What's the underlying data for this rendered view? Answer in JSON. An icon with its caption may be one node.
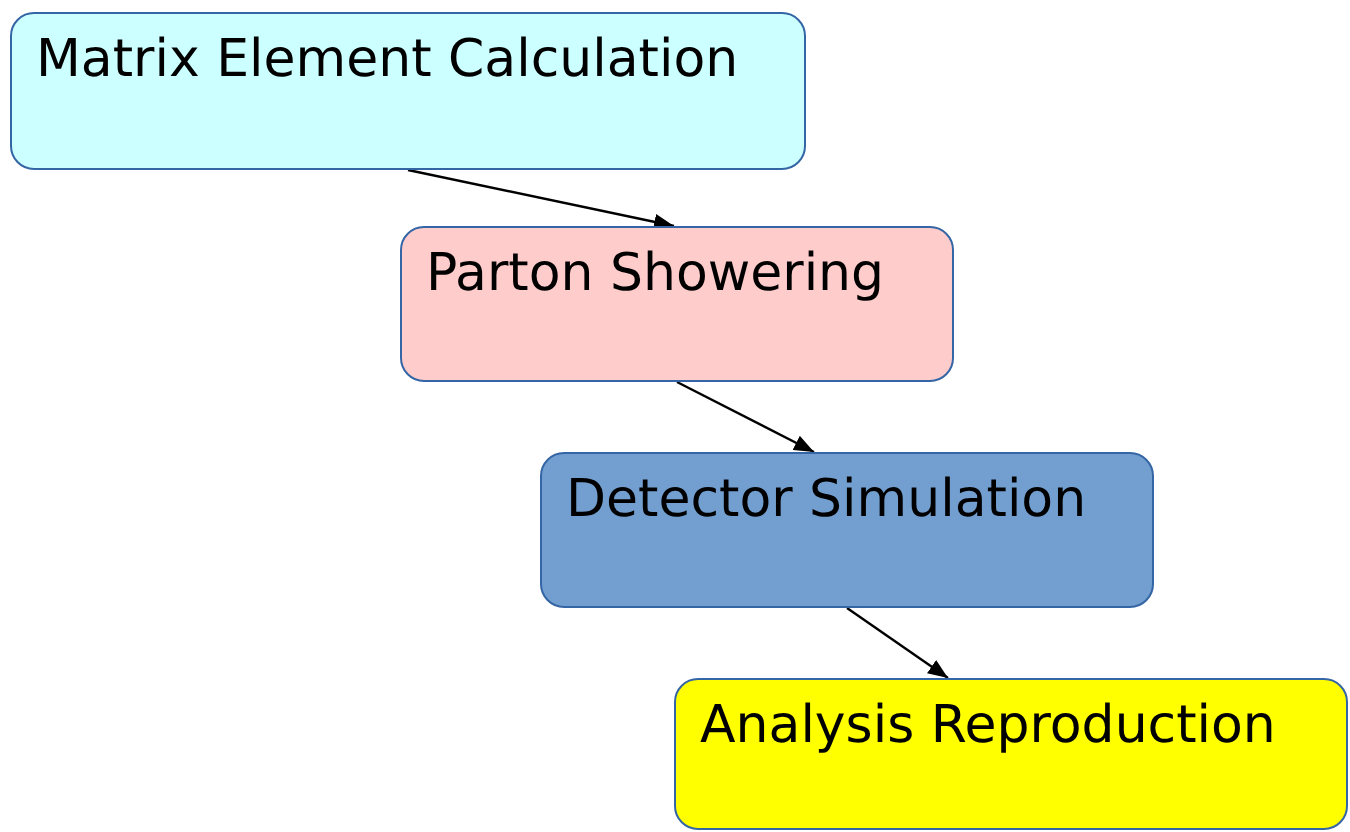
{
  "diagram": {
    "nodes": [
      {
        "text": [
          "Matrix Element Calculation"
        ]
      },
      {
        "text": [
          "Parton Showering"
        ]
      },
      {
        "text": [
          "Detector Simulation"
        ]
      },
      {
        "text": [
          "Analysis Reproduction"
        ]
      }
    ],
    "edges": [
      {
        "from": 0,
        "to": 1,
        "arrow": "to"
      },
      {
        "from": 1,
        "to": 2,
        "arrow": "to"
      },
      {
        "from": 2,
        "to": 3,
        "arrow": "to"
      }
    ]
  }
}
